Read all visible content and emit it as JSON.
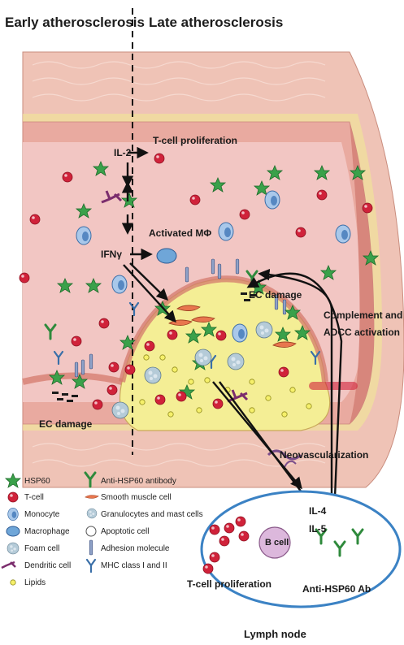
{
  "header": {
    "early": "Early atherosclerosis",
    "late": "Late atherosclerosis"
  },
  "labels": {
    "tcell_prolif_top": "T-cell proliferation",
    "il2": "IL-2",
    "activated_mphi": "Activated MΦ",
    "ifng": "IFNγ",
    "ec_damage_mid": "EC damage",
    "complement_1": "Complement and",
    "complement_2": "ADCC activation",
    "ec_damage_left": "EC damage",
    "neovasc": "Neovascularization",
    "il4": "IL-4",
    "il5": "IL-5",
    "bcell": "B cell",
    "tcell_prolif_bottom": "T-cell proliferation",
    "anti_hsp60_ab": "Anti-HSP60 Ab",
    "lymph_node": "Lymph node"
  },
  "legend": {
    "left": [
      "HSP60",
      "T-cell",
      "Monocyte",
      "Macrophage",
      "Foam cell",
      "Dendritic cell",
      "Lipids"
    ],
    "right": [
      "Anti-HSP60 antibody",
      "Smooth muscle cell",
      "Granulocytes and mast cells",
      "Apoptotic cell",
      "Adhesion molecule",
      "MHC class I and II"
    ]
  },
  "colors": {
    "hsp60": "#3aa14a",
    "tcell": "#d0223a",
    "monocyte": "#7aa6d6",
    "lumen": "#f2c6c3",
    "plaque": "#f4ee95",
    "wall": "#e8a79a",
    "lymph": "#3b82c4"
  }
}
